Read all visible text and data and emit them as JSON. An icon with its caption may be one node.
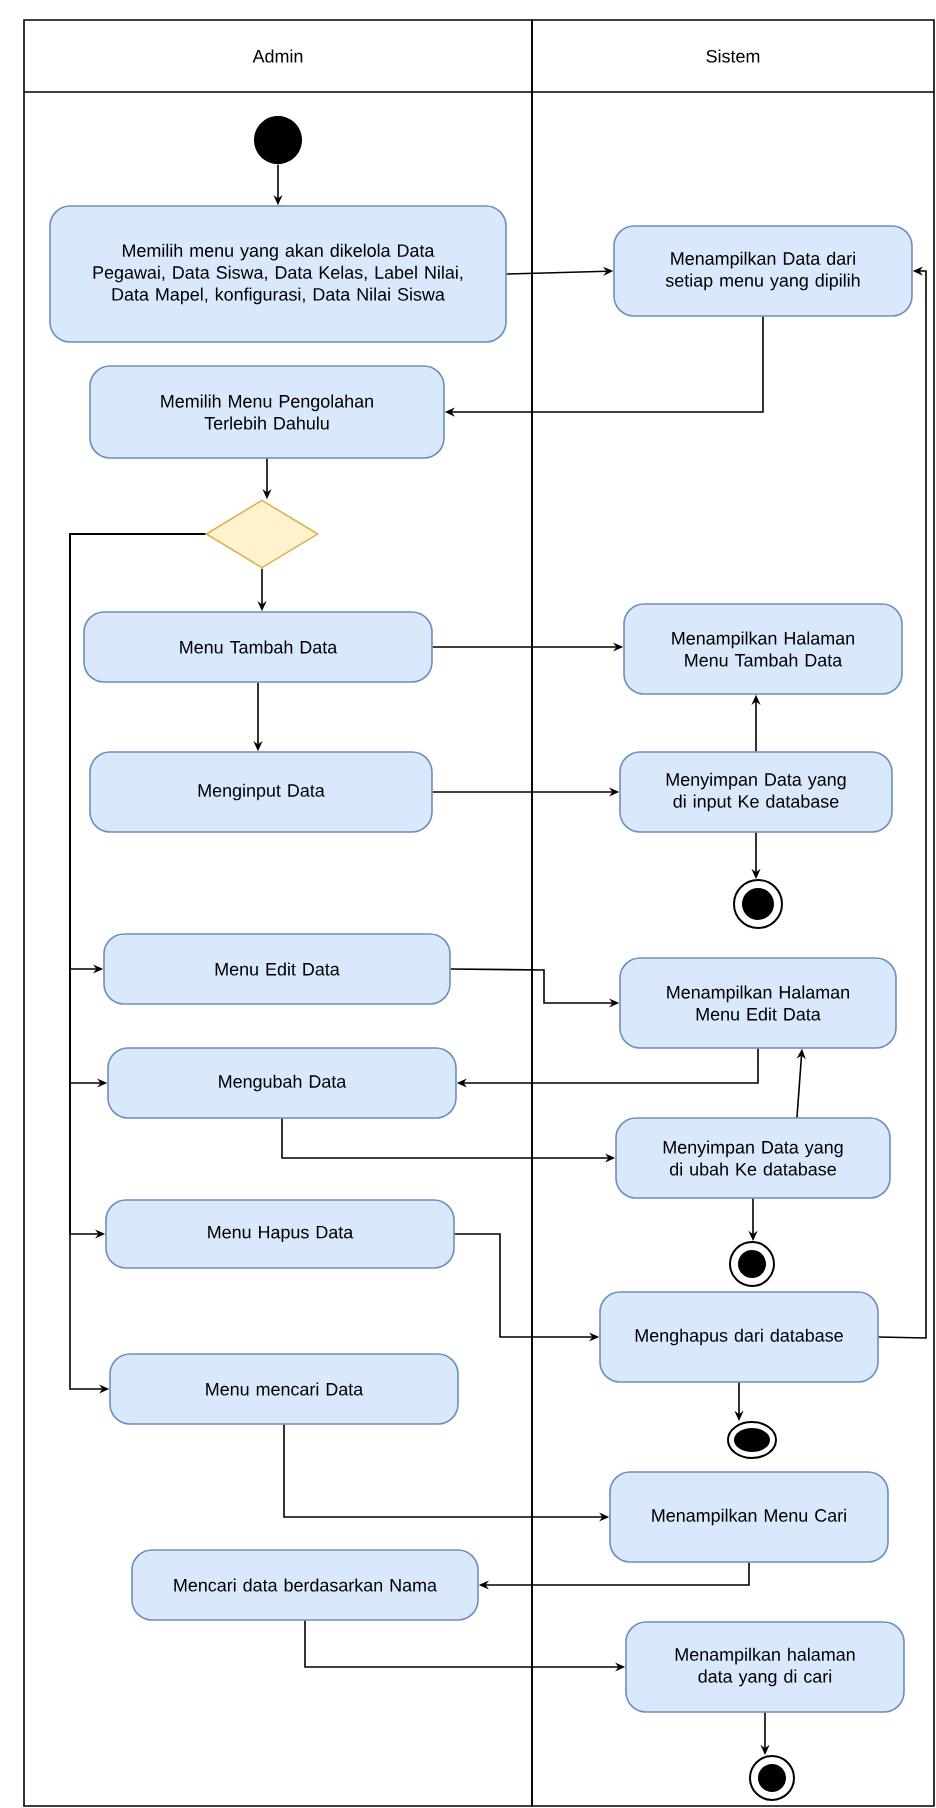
{
  "diagram": {
    "nodes": [
      {
        "text": [
          "Admin"
        ]
      },
      {
        "text": [
          "Sistem"
        ]
      },
      {
        "text": [],
        "shape": "circle",
        "in": 0
      },
      {
        "text": [
          "Memilih menu yang akan dikelola Data Pegawai, Data Siswa, Data Kelas, Label Nilai, Data Mapel, konfigurasi, Data Nilai Siswa"
        ],
        "in": 0
      },
      {
        "text": [
          "Menampilkan Data dari setiap menu yang dipilih"
        ],
        "in": 1
      },
      {
        "text": [
          "Memilih Menu  Pengolahan Terlebih Dahulu"
        ],
        "in": 0
      },
      {
        "text": [],
        "shape": "diamond",
        "in": 0
      },
      {
        "text": [
          "Menu Tambah Data"
        ],
        "in": 0
      },
      {
        "text": [
          "Menampilkan Halaman Menu Tambah Data"
        ],
        "in": 1
      },
      {
        "text": [
          "Menginput Data"
        ],
        "in": 0
      },
      {
        "text": [
          "Menyimpan Data yang di input Ke database"
        ],
        "in": 1
      },
      {
        "text": [],
        "shape": "bullseye",
        "in": 1
      },
      {
        "text": [
          "Menu Edit Data"
        ],
        "in": 0
      },
      {
        "text": [
          "Menampilkan Halaman Menu Edit Data"
        ],
        "in": 1
      },
      {
        "text": [
          "Mengubah Data"
        ],
        "in": 0
      },
      {
        "text": [
          "Menyimpan Data yang di ubah Ke database"
        ],
        "in": 1
      },
      {
        "text": [],
        "shape": "bullseye",
        "in": 1
      },
      {
        "text": [
          "Menu Hapus Data"
        ],
        "in": 0
      },
      {
        "text": [
          "Menghapus dari database"
        ],
        "in": 1
      },
      {
        "text": [],
        "shape": "ellipse",
        "in": 1
      },
      {
        "text": [
          "Menu mencari Data"
        ],
        "in": 0
      },
      {
        "text": [
          "Menampilkan Menu Cari"
        ],
        "in": 1
      },
      {
        "text": [
          "Mencari data berdasarkan Nama"
        ],
        "in": 0
      },
      {
        "text": [
          "Menampilkan halaman data yang di cari"
        ],
        "in": 1
      },
      {
        "text": [],
        "shape": "bullseye",
        "in": 1
      }
    ],
    "edges": [
      {
        "from": 2,
        "to": 3,
        "arrow": "to"
      },
      {
        "from": 3,
        "to": 4,
        "arrow": "to"
      },
      {
        "from": 4,
        "to": 5,
        "arrow": "to"
      },
      {
        "from": 5,
        "to": 6,
        "arrow": "to"
      },
      {
        "from": 6,
        "to": 7,
        "arrow": "to"
      },
      {
        "from": 6,
        "to": 12,
        "arrow": "to"
      },
      {
        "from": 6,
        "to": 14,
        "arrow": "to"
      },
      {
        "from": 6,
        "to": 17,
        "arrow": "to"
      },
      {
        "from": 6,
        "to": 20,
        "arrow": "to"
      },
      {
        "from": 7,
        "to": 8,
        "arrow": "to"
      },
      {
        "from": 7,
        "to": 9,
        "arrow": "to"
      },
      {
        "from": 9,
        "to": 10,
        "arrow": "to"
      },
      {
        "from": 10,
        "to": 8,
        "arrow": "to"
      },
      {
        "from": 10,
        "to": 11,
        "arrow": "to"
      },
      {
        "from": 12,
        "to": 13,
        "arrow": "to"
      },
      {
        "from": 13,
        "to": 14,
        "arrow": "to"
      },
      {
        "from": 14,
        "to": 15,
        "arrow": "to"
      },
      {
        "from": 15,
        "to": 13,
        "arrow": "to"
      },
      {
        "from": 15,
        "to": 16,
        "arrow": "to"
      },
      {
        "from": 17,
        "to": 18,
        "arrow": "to"
      },
      {
        "from": 18,
        "to": 4,
        "arrow": "to"
      },
      {
        "from": 18,
        "to": 19,
        "arrow": "to"
      },
      {
        "from": 20,
        "to": 21,
        "arrow": "to"
      },
      {
        "from": 21,
        "to": 22,
        "arrow": "to"
      },
      {
        "from": 22,
        "to": 23,
        "arrow": "to"
      },
      {
        "from": 23,
        "to": 24,
        "arrow": "to"
      }
    ]
  }
}
